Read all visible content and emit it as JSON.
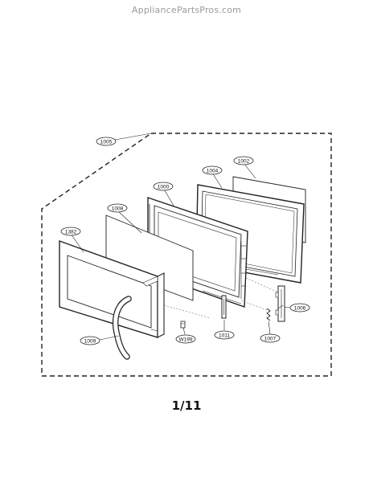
{
  "watermark": "AppliancePartsPros.com",
  "page_number": "1/11",
  "callouts": [
    "1005",
    "1002",
    "1004",
    "1000",
    "1008",
    "1382",
    "1006",
    "1011",
    "1007",
    "1009",
    "W199"
  ],
  "colors": {
    "line": "#222222",
    "fill": "#ffffff",
    "glass": "#f6f6f6"
  }
}
